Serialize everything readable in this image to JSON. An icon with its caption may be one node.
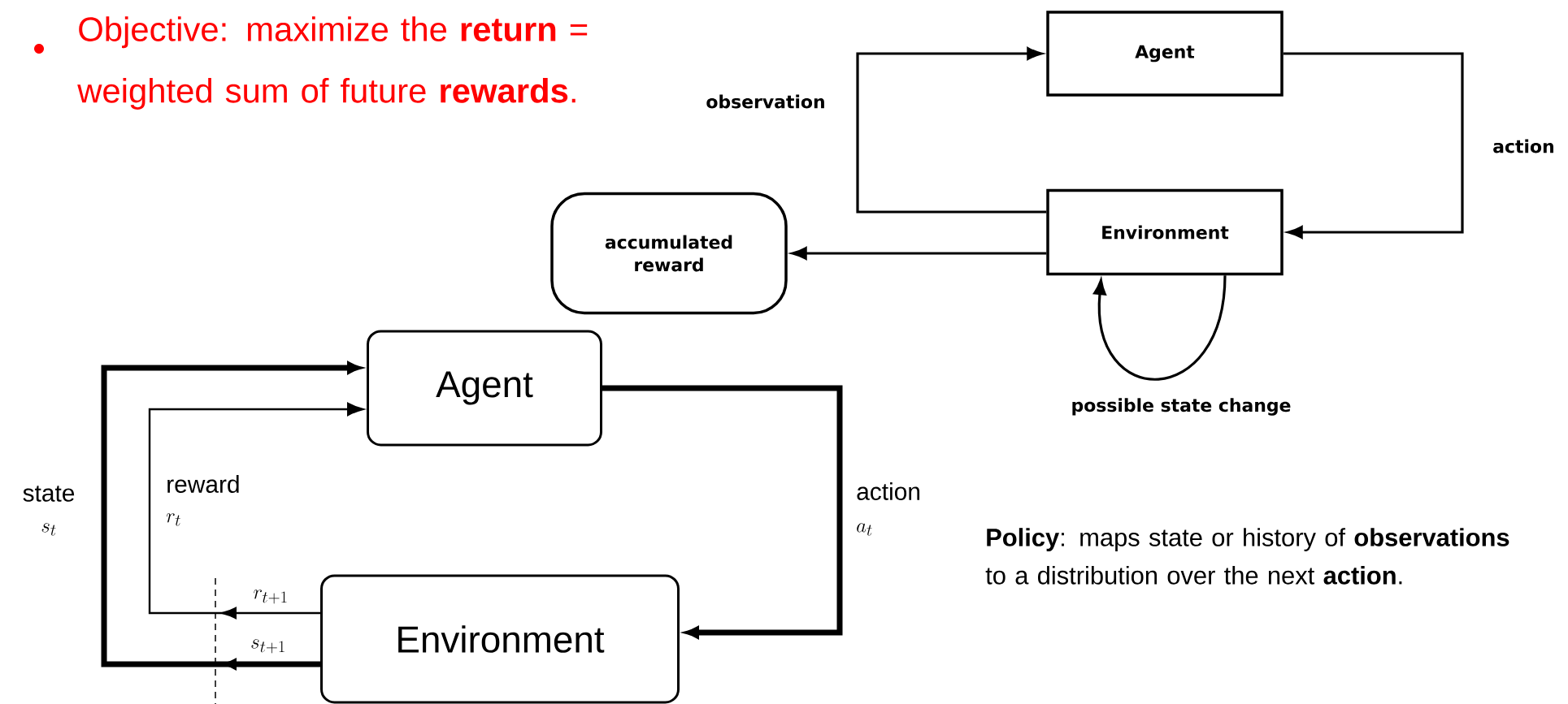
{
  "diagram": {
    "nodes": [
      {
        "text": [
          "Agent"
        ]
      },
      {
        "text": [
          "Environment"
        ]
      },
      {
        "text": [
          "accumulated reward"
        ]
      },
      {
        "text": [
          "Agent"
        ]
      },
      {
        "text": [
          "Environment"
        ]
      }
    ],
    "edges": [
      {
        "from": 1,
        "to": 0,
        "arrow": "to",
        "label": "observation"
      },
      {
        "from": 0,
        "to": 1,
        "arrow": "to",
        "label": "action"
      },
      {
        "from": 1,
        "to": 2,
        "arrow": "to"
      },
      {
        "from": 1,
        "to": 1,
        "arrow": "to",
        "label": "possible state change"
      },
      {
        "from": 4,
        "to": 3,
        "arrow": "to",
        "label": "state",
        "style": "thick"
      },
      {
        "from": 4,
        "to": 3,
        "arrow": "to",
        "label": "reward"
      },
      {
        "from": 3,
        "to": 4,
        "arrow": "to",
        "label": "action",
        "style": "thick"
      }
    ],
    "labels": [
      "Objective: maximize the **return** = weighted sum of future **rewards**.",
      "s_t",
      "r_t",
      "r_{t+1}",
      "s_{t+1}",
      "a_t",
      "**Policy**: maps state or history of **observations** to a distribution over the next **action**."
    ]
  }
}
